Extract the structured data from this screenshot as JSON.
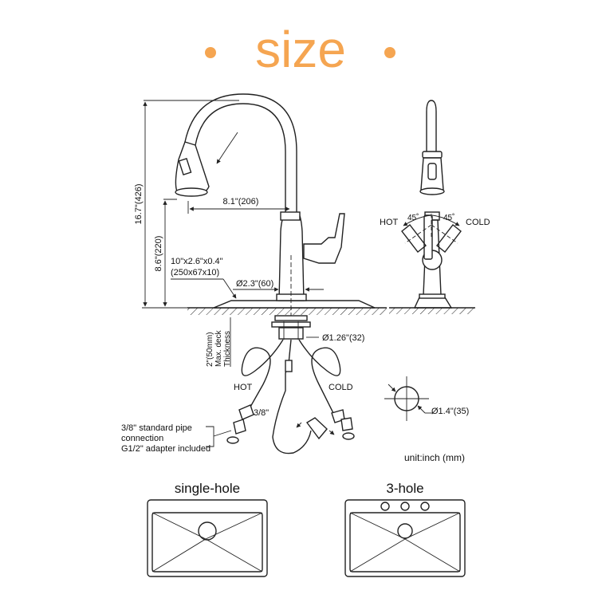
{
  "title": "size",
  "accent_color": "#f5a551",
  "dimensions": {
    "total_height": "16.7\"(426)",
    "spout_height": "8.6\"(220)",
    "spout_reach": "8.1\"(206)",
    "deck_plate_line1": "10\"x2.6\"x0.4\"",
    "deck_plate_line2": "(250x67x10)",
    "base_diameter": "Ø2.3\"(60)",
    "deck_thickness_line1": "2\"(50mm)",
    "deck_thickness_line2": "Max. deck",
    "deck_thickness_line3": "Thickness",
    "hole_diameter": "Ø1.26\"(32)",
    "hole_cutout": "Ø1.4\"(35)"
  },
  "side_view": {
    "hot_label": "HOT",
    "cold_label": "COLD",
    "hot_angle": "45˚",
    "cold_angle": "45˚"
  },
  "hoses": {
    "hot_label": "HOT",
    "cold_label": "COLD",
    "size_label": "3/8\""
  },
  "connection_note": {
    "line1": "3/8\" standard pipe",
    "line2": "connection",
    "line3": "G1/2\" adapter included"
  },
  "unit_note": "unit:inch (mm)",
  "sinks": [
    {
      "label": "single-hole",
      "holes": 1
    },
    {
      "label": "3-hole",
      "holes": 3
    }
  ]
}
